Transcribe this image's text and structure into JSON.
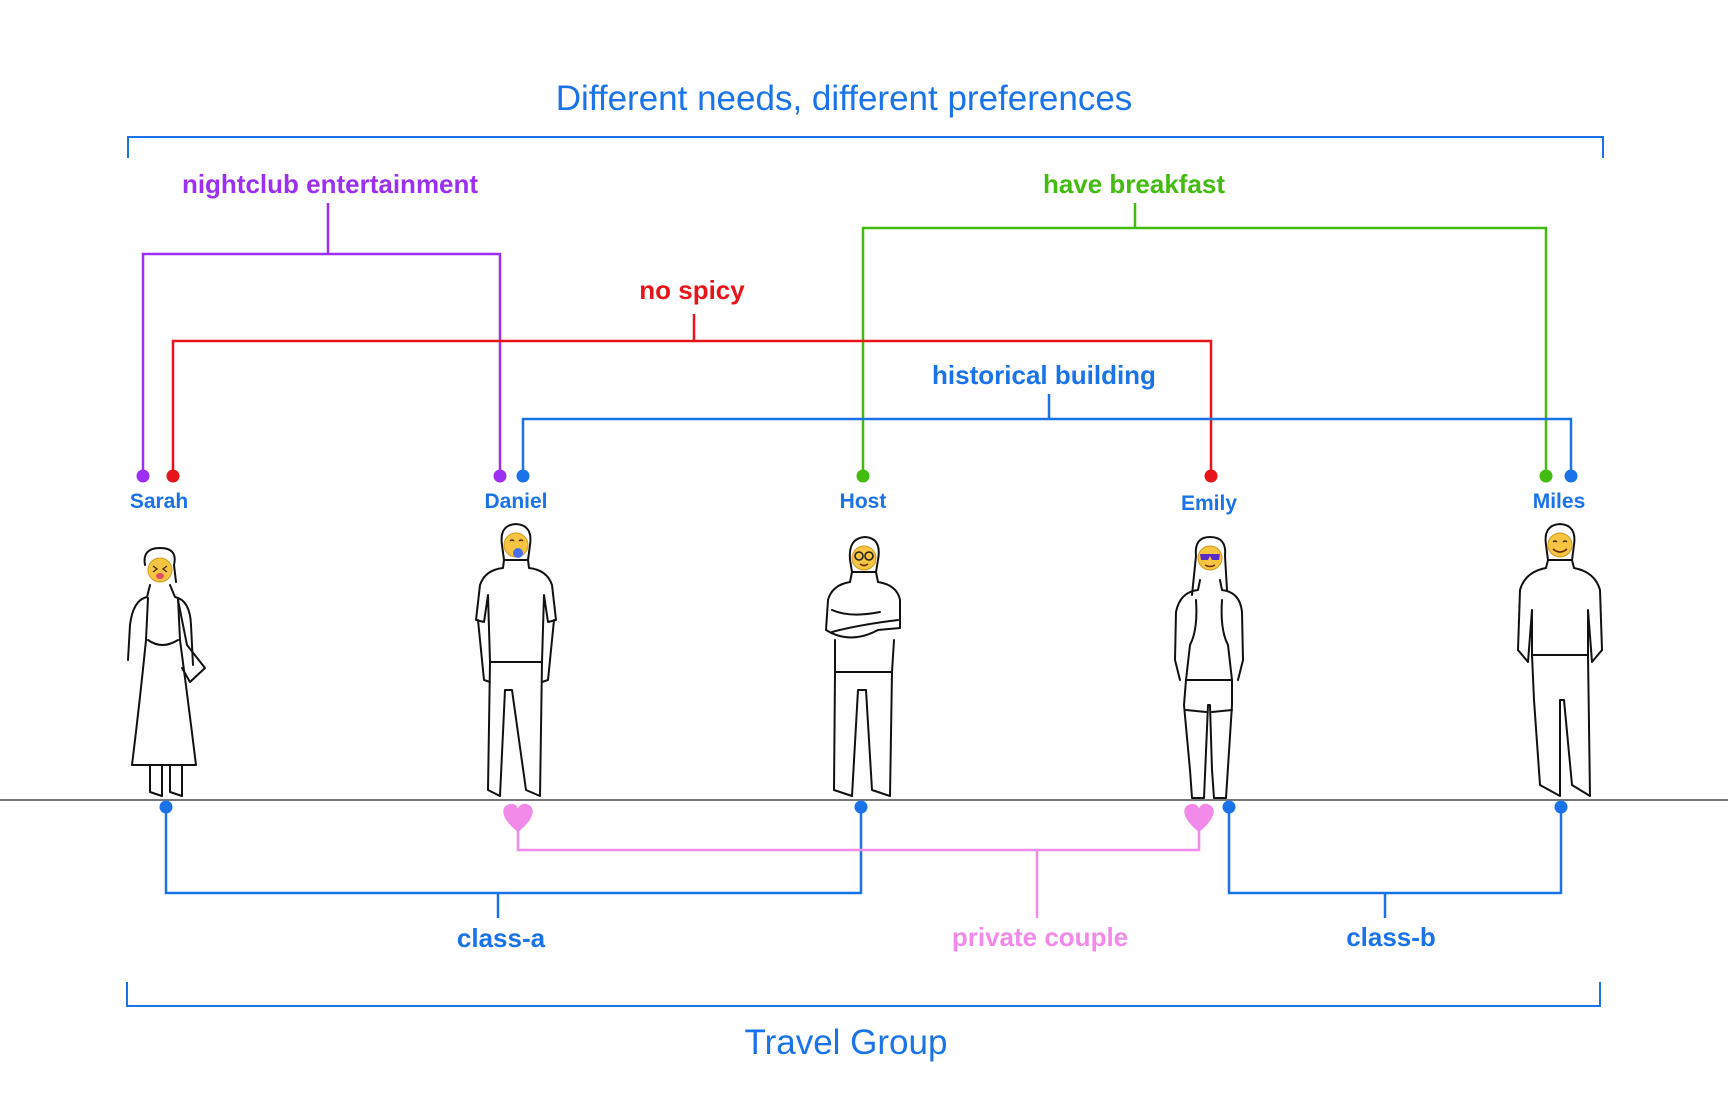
{
  "title_top": "Different needs, different preferences",
  "title_bottom": "Travel Group",
  "colors": {
    "blue": "#1a73e8",
    "purple": "#9b30f0",
    "red": "#e8141b",
    "green": "#44bb11",
    "pink": "#f18ae8",
    "ground": "#777777"
  },
  "people": [
    {
      "id": "sarah",
      "name": "Sarah",
      "emoji": "face-with-tongue"
    },
    {
      "id": "daniel",
      "name": "Daniel",
      "emoji": "drooling-face"
    },
    {
      "id": "host",
      "name": "Host",
      "emoji": "nerd-face"
    },
    {
      "id": "emily",
      "name": "Emily",
      "emoji": "sunglasses-face"
    },
    {
      "id": "miles",
      "name": "Miles",
      "emoji": "smiling-face"
    }
  ],
  "preferences": [
    {
      "id": "nightclub",
      "label": "nightclub entertainment",
      "color": "purple",
      "members": [
        "Sarah",
        "Daniel"
      ]
    },
    {
      "id": "no_spicy",
      "label": "no spicy",
      "color": "red",
      "members": [
        "Sarah",
        "Emily"
      ]
    },
    {
      "id": "breakfast",
      "label": "have breakfast",
      "color": "green",
      "members": [
        "Host",
        "Miles"
      ]
    },
    {
      "id": "historical",
      "label": "historical building",
      "color": "blue",
      "members": [
        "Daniel",
        "Miles"
      ]
    }
  ],
  "groups": [
    {
      "id": "class_a",
      "label": "class-a",
      "color": "blue",
      "members": [
        "Sarah",
        "Host"
      ]
    },
    {
      "id": "couple",
      "label": "private couple",
      "color": "pink",
      "members": [
        "Daniel",
        "Emily"
      ]
    },
    {
      "id": "class_b",
      "label": "class-b",
      "color": "blue",
      "members": [
        "Emily",
        "Miles"
      ]
    }
  ]
}
